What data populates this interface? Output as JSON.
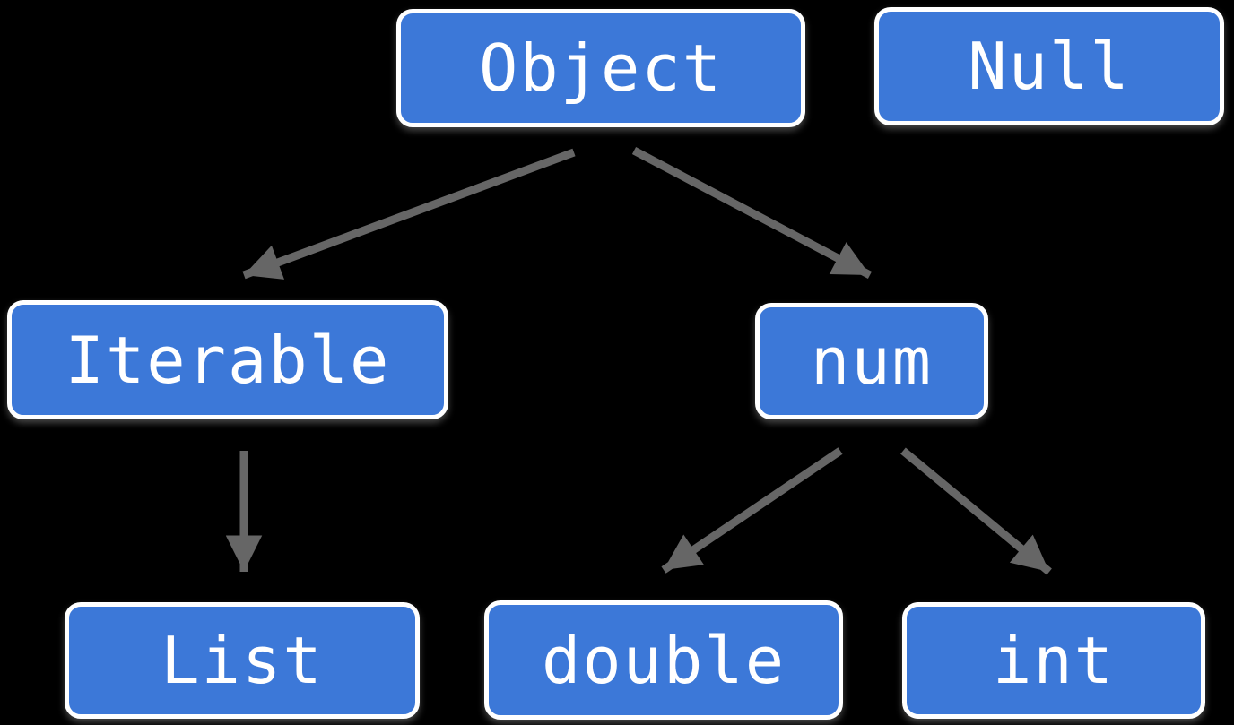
{
  "diagram": {
    "title": "type-hierarchy",
    "colors": {
      "background": "#000000",
      "node_fill": "#3c78d8",
      "node_border": "#ffffff",
      "node_text": "#ffffff",
      "arrow": "#666666"
    },
    "nodes": {
      "object": {
        "label": "Object"
      },
      "null": {
        "label": "Null"
      },
      "iterable": {
        "label": "Iterable"
      },
      "num": {
        "label": "num"
      },
      "list": {
        "label": "List"
      },
      "double": {
        "label": "double"
      },
      "int": {
        "label": "int"
      }
    },
    "edges": [
      {
        "from": "Object",
        "to": "Iterable"
      },
      {
        "from": "Object",
        "to": "num"
      },
      {
        "from": "Iterable",
        "to": "List"
      },
      {
        "from": "num",
        "to": "double"
      },
      {
        "from": "num",
        "to": "int"
      }
    ]
  }
}
